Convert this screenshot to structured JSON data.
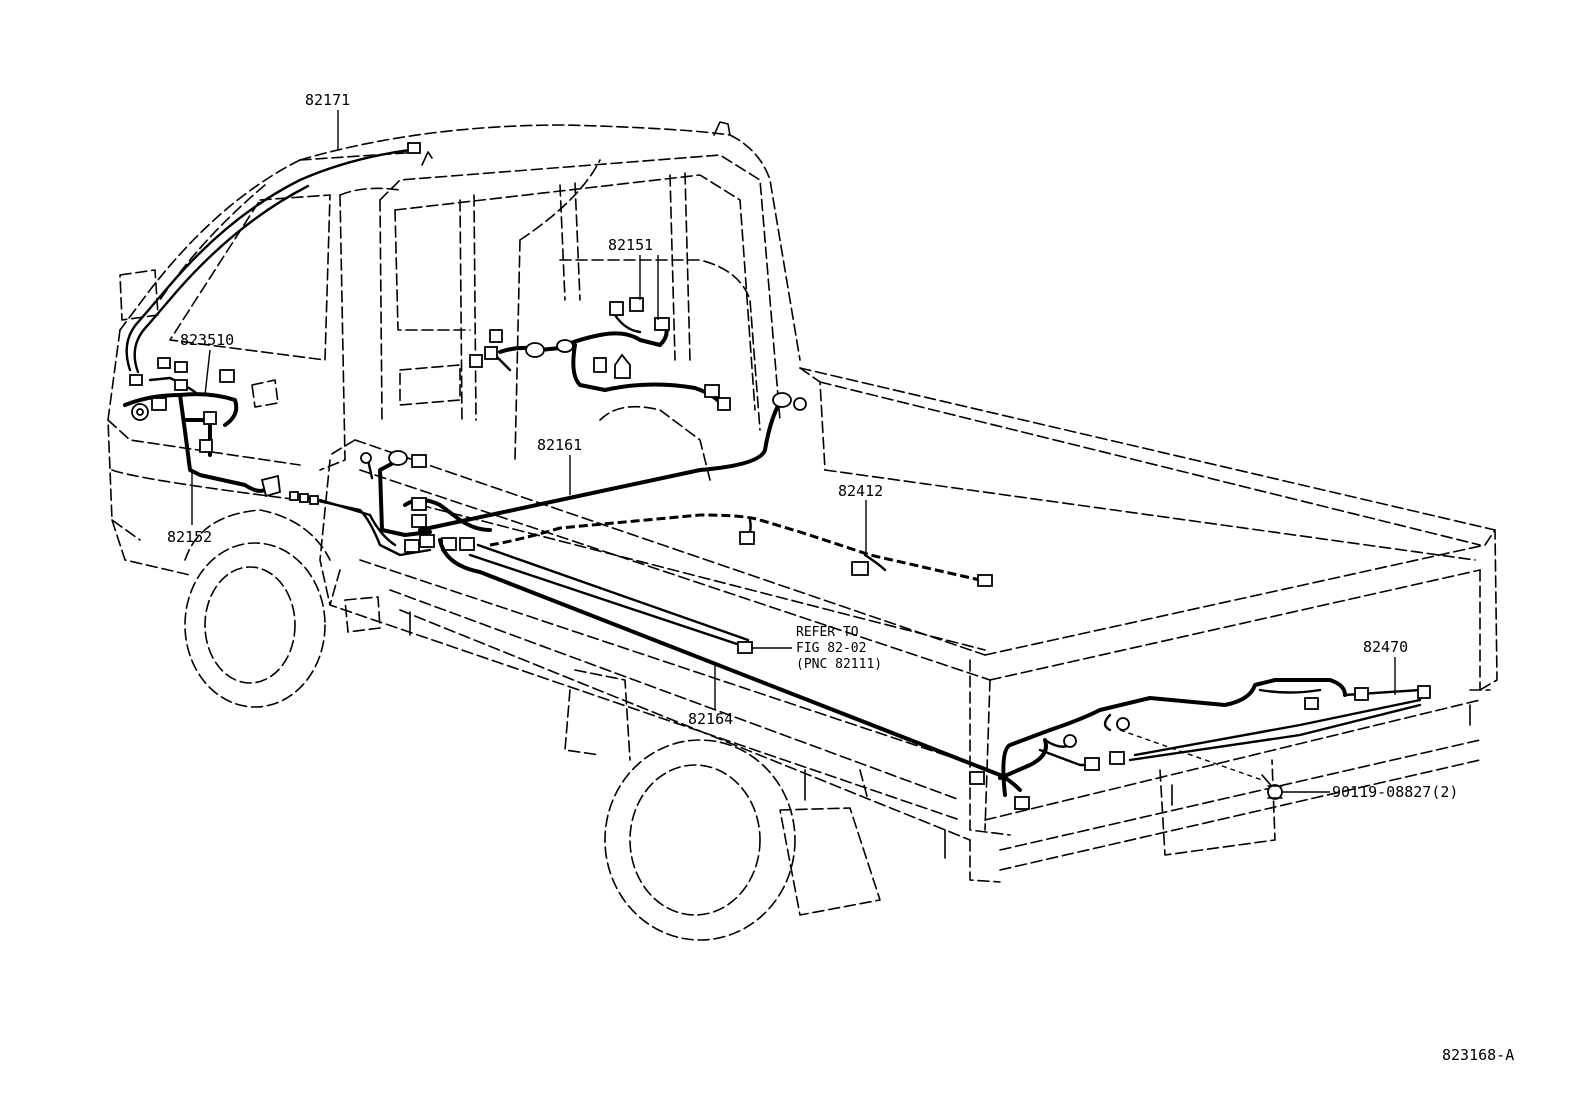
{
  "diagram": {
    "part_labels": {
      "p82171": "82171",
      "p82151": "82151",
      "p823510": "823510",
      "p82161": "82161",
      "p82412": "82412",
      "p82152": "82152",
      "p82164": "82164",
      "p82470": "82470",
      "p90119": "90119-08827(2)"
    },
    "reference_note": {
      "line1": "REFER TO",
      "line2": "FIG 82-02",
      "line3": "(PNC 82111)"
    },
    "figure_code": "823168-A"
  }
}
